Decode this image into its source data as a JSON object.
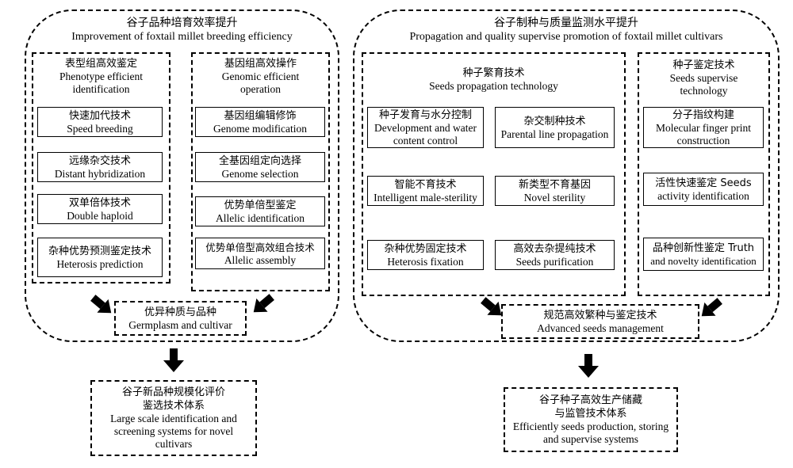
{
  "left_module": {
    "title_zh": "谷子品种培育效率提升",
    "title_en": "Improvement of foxtail millet breeding efficiency",
    "phenotype": {
      "title_zh": "表型组高效鉴定",
      "title_en1": "Phenotype efficient",
      "title_en2": "identification",
      "items": [
        {
          "zh": "快速加代技术",
          "en": "Speed breeding"
        },
        {
          "zh": "远缘杂交技术",
          "en": "Distant hybridization"
        },
        {
          "zh": "双单倍体技术",
          "en": "Double haploid"
        },
        {
          "zh": "杂种优势预测鉴定技术",
          "en": "Heterosis prediction"
        }
      ]
    },
    "genomic": {
      "title_zh": "基因组高效操作",
      "title_en1": "Genomic efficient",
      "title_en2": "operation",
      "items": [
        {
          "zh": "基因组编辑修饰",
          "en": "Genome modification"
        },
        {
          "zh": "全基因组定向选择",
          "en": "Genome selection"
        },
        {
          "zh": "优势单倍型鉴定",
          "en": "Allelic identification"
        },
        {
          "zh": "优势单倍型高效组合技术",
          "en": "Allelic assembly"
        }
      ]
    },
    "output": {
      "zh": "优异种质与品种",
      "en": "Germplasm and cultivar"
    }
  },
  "right_module": {
    "title_zh": "谷子制种与质量监测水平提升",
    "title_en": "Propagation and quality supervise promotion of foxtail millet cultivars",
    "propagation": {
      "title_zh": "种子繁育技术",
      "title_en": "Seeds propagation technology",
      "items": [
        {
          "zh": "种子发育与水分控制",
          "en1": "Development and water",
          "en2": "content control"
        },
        {
          "zh": "杂交制种技术",
          "en1": "Parental line propagation",
          "en2": ""
        },
        {
          "zh": "智能不育技术",
          "en1": "Intelligent male-sterility",
          "en2": ""
        },
        {
          "zh": "新类型不育基因",
          "en1": "Novel sterility",
          "en2": ""
        },
        {
          "zh": "杂种优势固定技术",
          "en1": "Heterosis fixation",
          "en2": ""
        },
        {
          "zh": "高效去杂提纯技术",
          "en1": "Seeds purification",
          "en2": ""
        }
      ]
    },
    "supervise": {
      "title_zh": "种子鉴定技术",
      "title_en1": "Seeds supervise",
      "title_en2": "technology",
      "items": [
        {
          "line1": "分子指纹构建",
          "line2": "Molecular finger print",
          "line3": "construction"
        },
        {
          "line1": "活性快速鉴定 Seeds",
          "line2": "activity identification",
          "line3": ""
        },
        {
          "line1": "品种创新性鉴定 Truth",
          "line2": "and novelty identification",
          "line3": ""
        }
      ]
    },
    "output": {
      "zh": "规范高效繁种与鉴定技术",
      "en": "Advanced seeds management"
    }
  },
  "final_left": {
    "zh1": "谷子新品种规模化评价",
    "zh2": "鉴选技术体系",
    "en1": "Large scale identification and",
    "en2": "screening systems for novel",
    "en3": "cultivars"
  },
  "final_right": {
    "zh1": "谷子种子高效生产储藏",
    "zh2": "与监管技术体系",
    "en1": "Efficiently seeds production, storing",
    "en2": "and supervise systems"
  }
}
